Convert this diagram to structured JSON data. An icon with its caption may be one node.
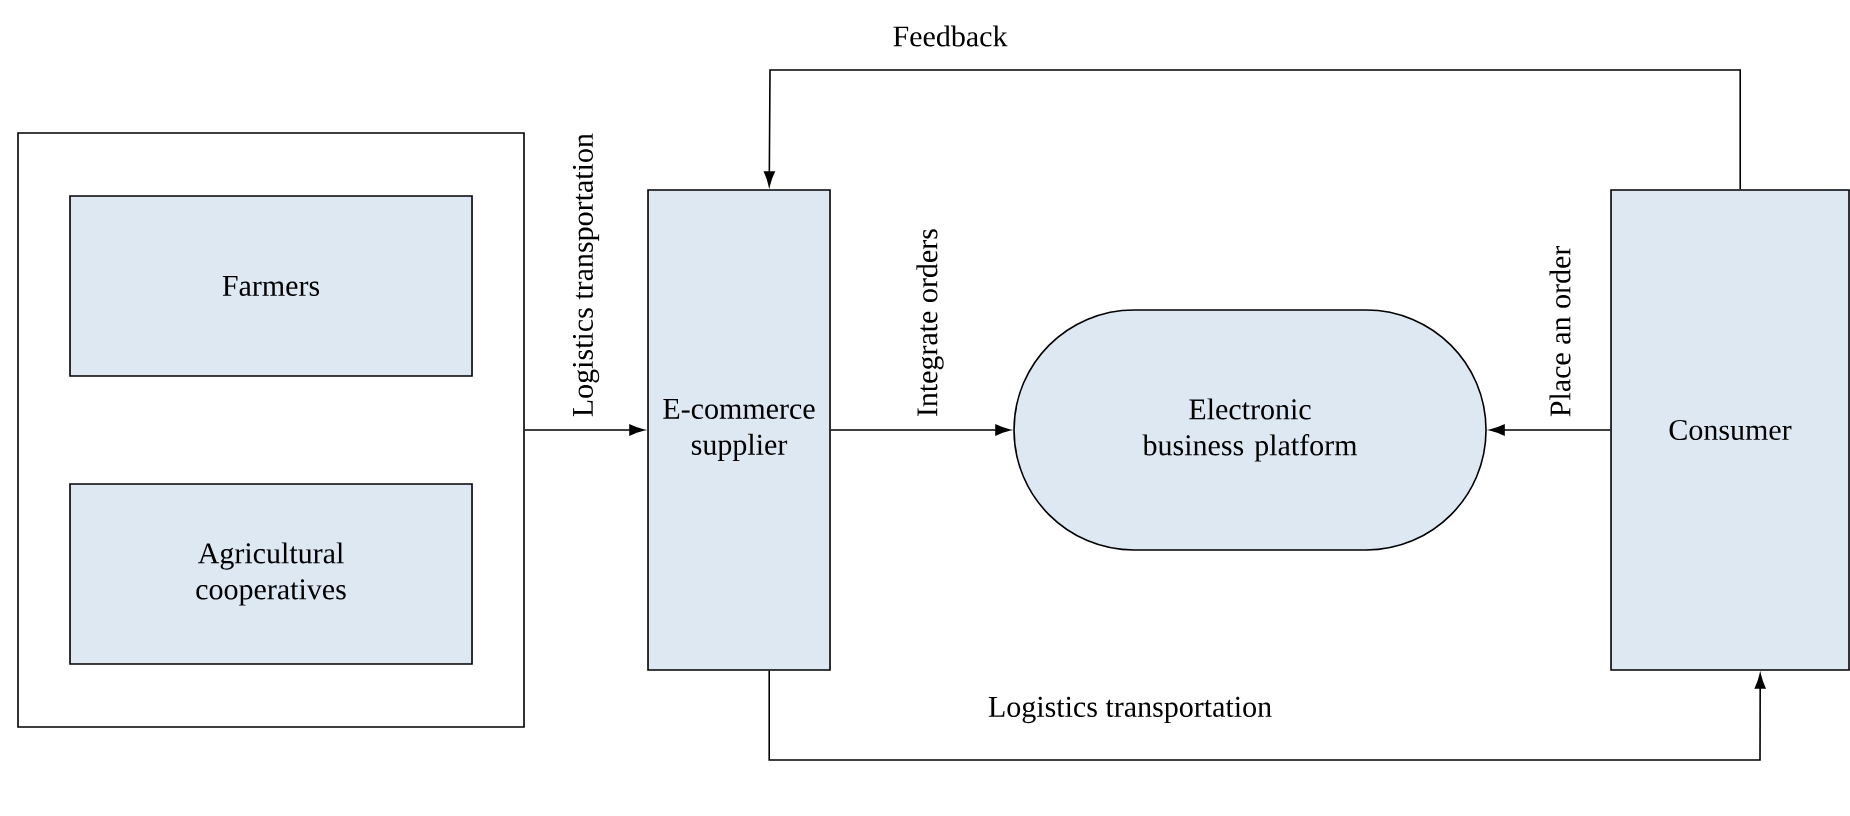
{
  "diagram": {
    "nodes": [
      {
        "text": [],
        "shape": "box"
      },
      {
        "text": [
          "Farmers"
        ],
        "in": 0
      },
      {
        "text": [
          "Agricultural cooperatives"
        ],
        "in": 0
      },
      {
        "text": [
          "E-commerce supplier"
        ]
      },
      {
        "text": [
          "Electronic business platform"
        ]
      },
      {
        "text": [
          "Consumer"
        ]
      }
    ],
    "edges": [
      {
        "from": 0,
        "to": 3,
        "arrow": "to",
        "label": "Logistics transportation"
      },
      {
        "from": 3,
        "to": 4,
        "arrow": "to",
        "label": "Integrate orders"
      },
      {
        "from": 5,
        "to": 4,
        "arrow": "to",
        "label": "Place an order"
      },
      {
        "from": 5,
        "to": 3,
        "arrow": "to",
        "label": "Feedback"
      },
      {
        "from": 3,
        "to": 5,
        "arrow": "to",
        "label": "Logistics transportation"
      }
    ]
  }
}
